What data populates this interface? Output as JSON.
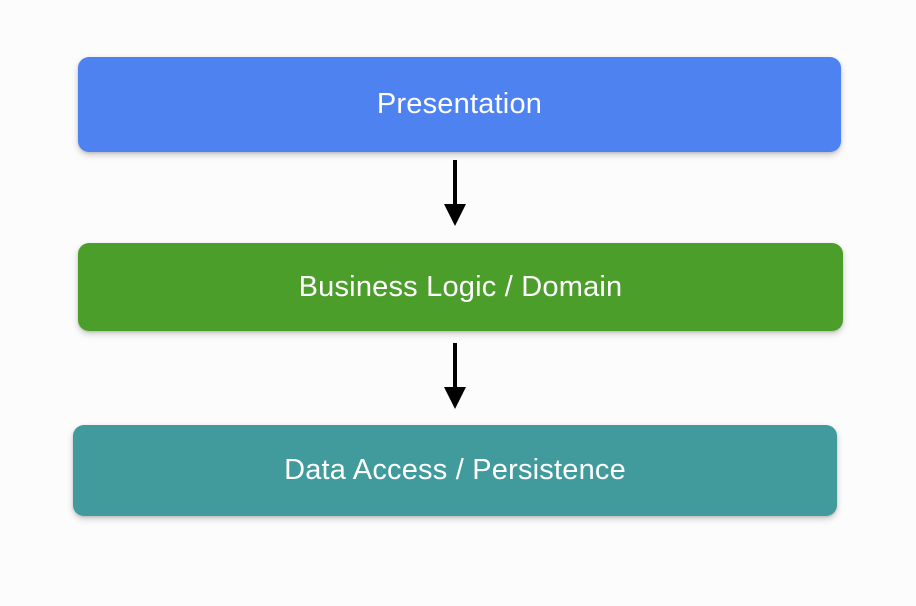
{
  "diagram": {
    "type": "layered-architecture-flow",
    "background_color": "#fcfcfc",
    "orientation": "vertical-top-down",
    "layers": [
      {
        "id": "presentation",
        "label": "Presentation",
        "color": "#4d82f0",
        "text_color": "#ffffff"
      },
      {
        "id": "business",
        "label": "Business Logic / Domain",
        "color": "#4c9e2a",
        "text_color": "#ffffff"
      },
      {
        "id": "data",
        "label": "Data Access / Persistence",
        "color": "#419a9c",
        "text_color": "#ffffff"
      }
    ],
    "connectors": [
      {
        "id": "arrow-presentation-to-business",
        "from": "presentation",
        "to": "business",
        "style": "solid-line-filled-arrowhead",
        "color": "#000000"
      },
      {
        "id": "arrow-business-to-data",
        "from": "business",
        "to": "data",
        "style": "solid-line-filled-arrowhead",
        "color": "#000000"
      }
    ]
  }
}
